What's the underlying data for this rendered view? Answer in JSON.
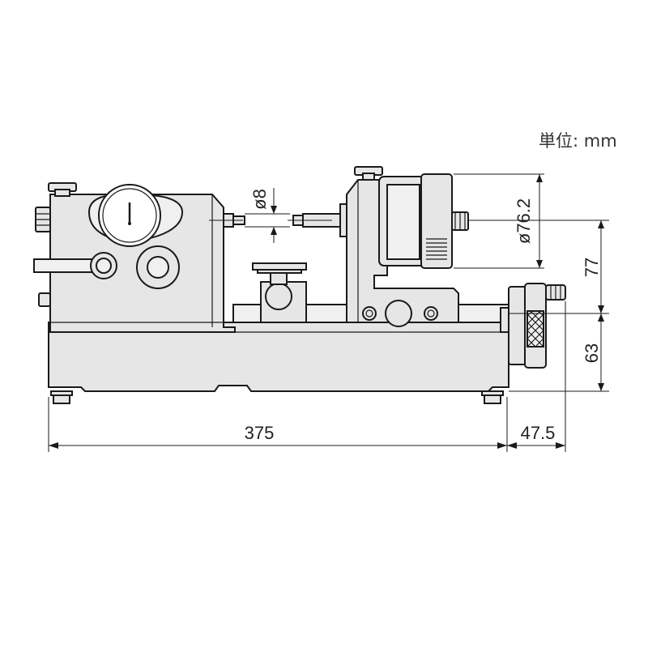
{
  "unit_label": "単位: mm",
  "dimensions": {
    "spindle_diameter": "ø8",
    "thimble_diameter": "ø76.2",
    "height_upper": "77",
    "height_lower": "63",
    "base_length": "375",
    "knob_overhang": "47.5"
  }
}
